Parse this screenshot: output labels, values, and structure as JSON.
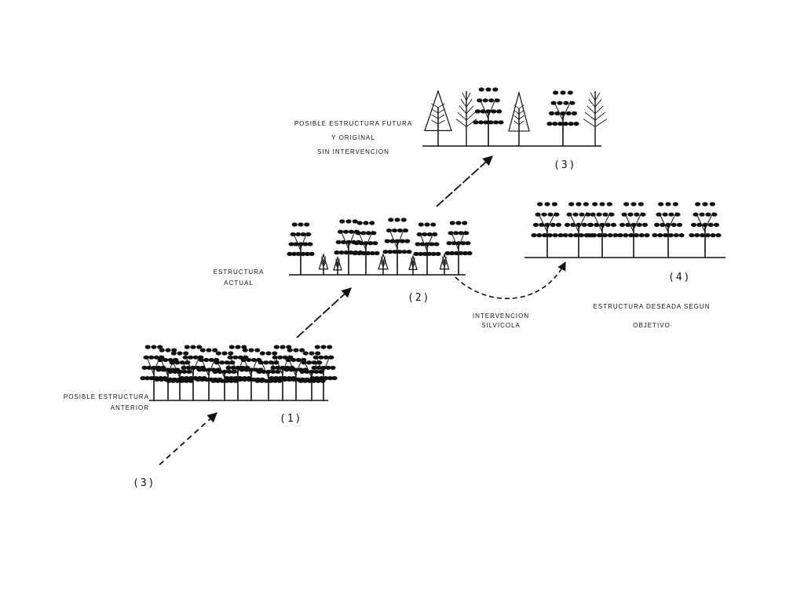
{
  "colors": {
    "ink": "#111111",
    "paper": "#ffffff"
  },
  "stages": {
    "anterior": {
      "number": "(1)",
      "label": [
        "POSIBLE ESTRUCTURA",
        "ANTERIOR"
      ]
    },
    "actual": {
      "number": "(2)",
      "label": [
        "ESTRUCTURA",
        "ACTUAL"
      ]
    },
    "futura": {
      "number": "(3)",
      "label": [
        "POSIBLE ESTRUCTURA FUTURA",
        "Y ORIGINAL",
        "SIN INTERVENCION"
      ]
    },
    "deseada": {
      "number": "(4)",
      "label": [
        "ESTRUCTURA DESEADA SEGUN",
        "OBJETIVO"
      ]
    }
  },
  "origin_number": "(3)",
  "intervention": [
    "INTERVENCION",
    "SILVICOLA"
  ],
  "icons": [
    "broadleaf-tree-icon",
    "conifer-tree-icon",
    "dashed-arrow-icon",
    "solid-arrow-icon"
  ]
}
